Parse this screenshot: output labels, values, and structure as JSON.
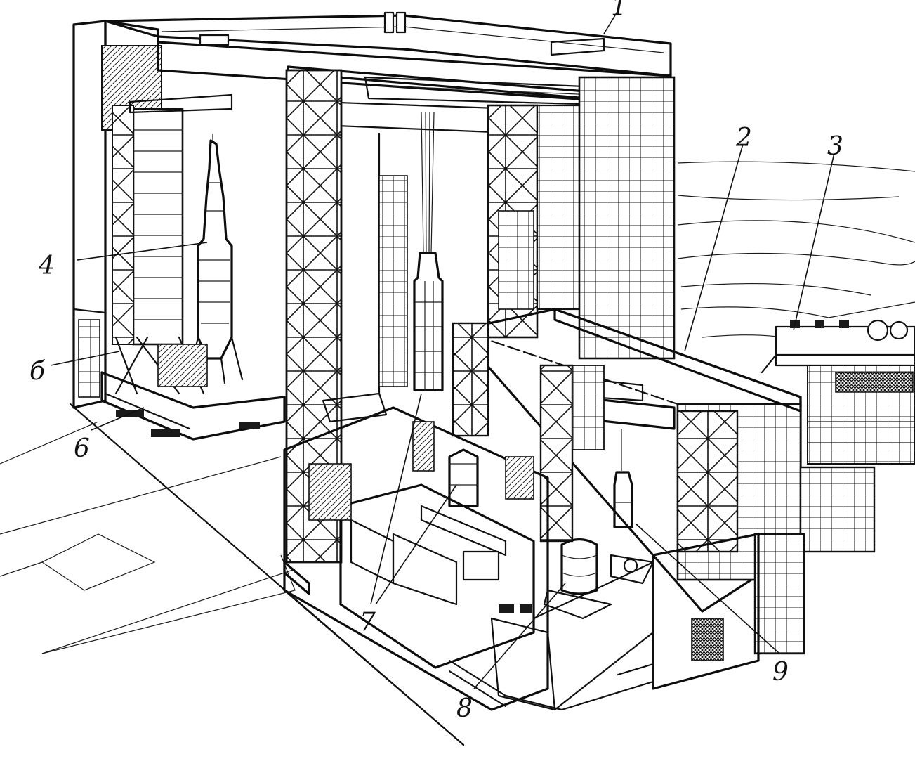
{
  "figure": {
    "labels": [
      {
        "id": "1",
        "text": "1"
      },
      {
        "id": "2",
        "text": "2"
      },
      {
        "id": "3",
        "text": "3"
      },
      {
        "id": "4",
        "text": "4"
      },
      {
        "id": "5",
        "text": "б"
      },
      {
        "id": "6",
        "text": "6"
      },
      {
        "id": "7",
        "text": "7"
      },
      {
        "id": "8",
        "text": "8"
      },
      {
        "id": "9",
        "text": "9"
      }
    ]
  }
}
